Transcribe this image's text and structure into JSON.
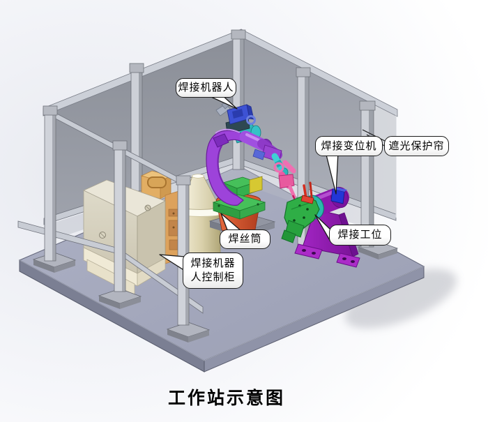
{
  "figure": {
    "caption": "工作站示意图"
  },
  "callouts": {
    "welding_robot": {
      "label": "焊接机器人"
    },
    "welding_positioner": {
      "label": "焊接变位机"
    },
    "light_shield_curtain": {
      "label": "遮光保护帘"
    },
    "wire_barrel": {
      "label": "焊丝筒"
    },
    "welding_station": {
      "label": "焊接工位"
    },
    "robot_control_cabinet": {
      "line1": "焊接机器",
      "line2": "人控制柜"
    }
  },
  "colors": {
    "floor_plate": "#a4a8bd",
    "panel_gray": "#8b8f99",
    "robot_arm_purple": "#9d43da",
    "robot_teal": "#2fb6ba",
    "wire_feeder_blue": "#3d52d4",
    "torch_pink": "#ef6fae",
    "pedestal_red": "#d2542e",
    "positioner_purple": "#a125c2",
    "fixture_green": "#2fae46",
    "cabinet_beige": "#dcd7c6"
  }
}
